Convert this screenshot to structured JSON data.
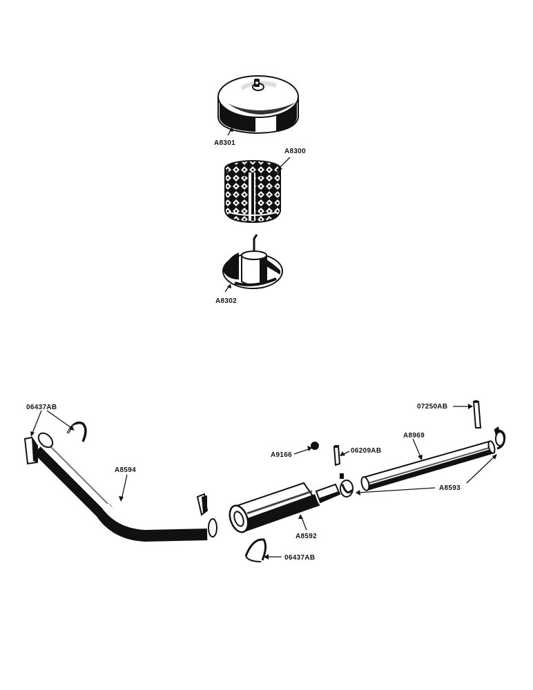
{
  "diagram": {
    "parts": [
      {
        "id": "air-cleaner-cover",
        "label": "A8301"
      },
      {
        "id": "air-cleaner-element",
        "label": "A8300"
      },
      {
        "id": "air-cleaner-base",
        "label": "A8302"
      },
      {
        "id": "u-bolt-clamp",
        "label": "06437AB"
      },
      {
        "id": "exhaust-pipe",
        "label": "A8594"
      },
      {
        "id": "muffler",
        "label": "A8592"
      },
      {
        "id": "lower-u-bolt",
        "label": "06437AB"
      },
      {
        "id": "nut",
        "label": "A9166"
      },
      {
        "id": "cotter-pin",
        "label": "06209AB"
      },
      {
        "id": "tail-pipe",
        "label": "A8969"
      },
      {
        "id": "pipe-clamps",
        "label": "A8593"
      },
      {
        "id": "bolt",
        "label": "07250AB"
      }
    ]
  }
}
